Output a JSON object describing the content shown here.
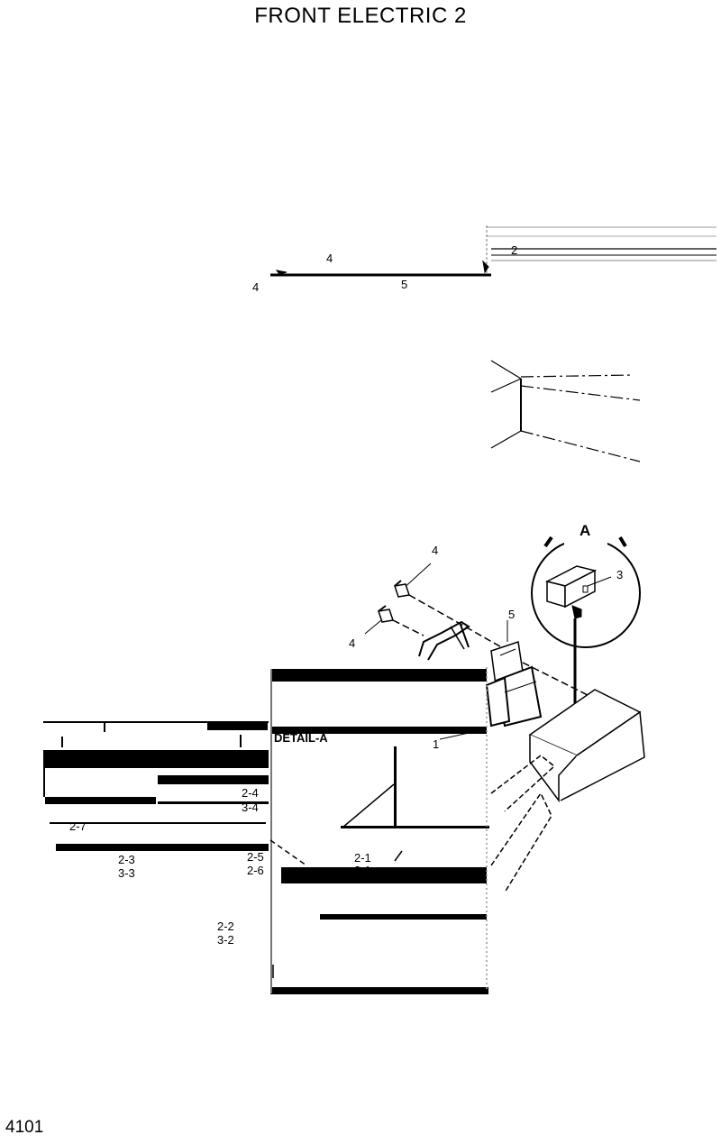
{
  "title": "FRONT ELECTRIC 2",
  "page_number": "4101",
  "detail": {
    "circle_label": "A",
    "panel_label": "DETAIL-A"
  },
  "part_labels": {
    "p2": "2",
    "p4_top": "4",
    "p4_left": "4",
    "p5_top": "5",
    "p4_upper": "4",
    "p4_lower": "4",
    "p5_lower": "5",
    "p3": "3",
    "p1": "1",
    "p2_4": "2-4",
    "p3_4": "3-4",
    "p2_7": "2-7",
    "p2_3": "2-3",
    "p3_3": "3-3",
    "p2_5": "2-5",
    "p2_6": "2-6",
    "p2_1": "2-1",
    "p3_1": "3-1",
    "p2_2": "2-2",
    "p3_2": "3-2"
  }
}
